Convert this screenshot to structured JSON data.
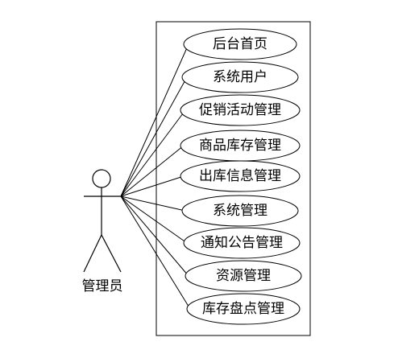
{
  "diagram": {
    "actor": {
      "label": "管理员"
    },
    "use_cases": [
      {
        "label": "后台首页"
      },
      {
        "label": "系统用户"
      },
      {
        "label": "促销活动管理"
      },
      {
        "label": "商品库存管理"
      },
      {
        "label": "出库信息管理"
      },
      {
        "label": "系统管理"
      },
      {
        "label": "通知公告管理"
      },
      {
        "label": "资源管理"
      },
      {
        "label": "库存盘点管理"
      }
    ]
  },
  "colors": {
    "stroke": "#000000",
    "fill": "#ffffff",
    "text": "#000000"
  }
}
